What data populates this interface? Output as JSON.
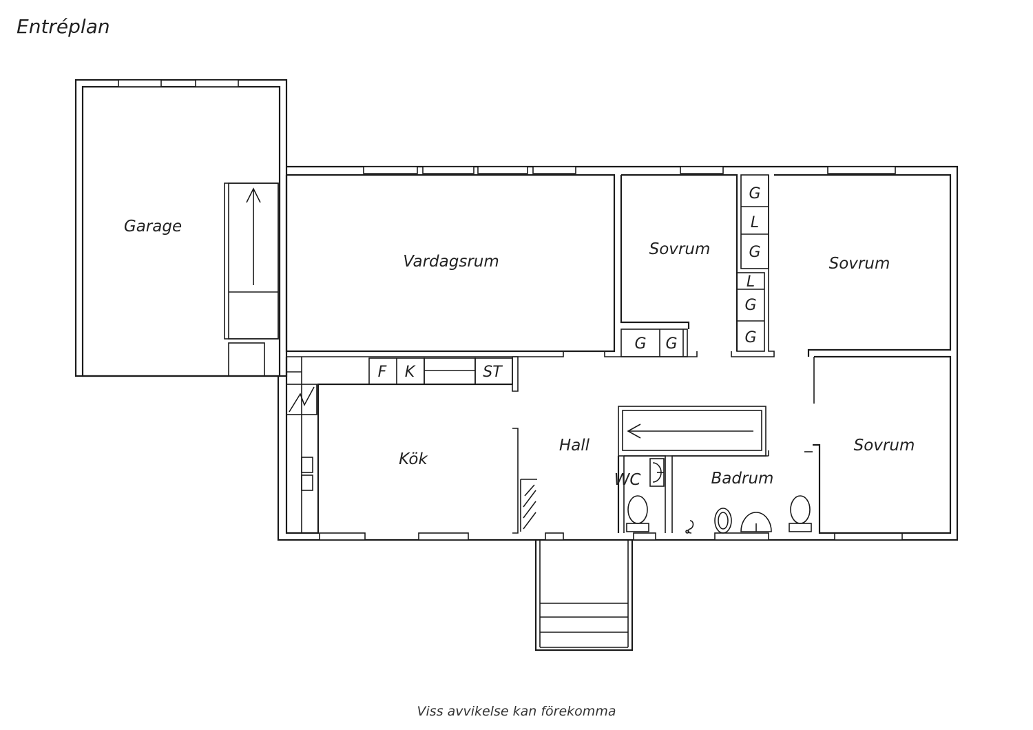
{
  "title": "Entréplan",
  "footer": "Viss avvikelse kan förekomma",
  "rooms": {
    "garage": "Garage",
    "vardagsrum": "Vardagsrum",
    "sovrum_1": "Sovrum",
    "sovrum_2": "Sovrum",
    "sovrum_3": "Sovrum",
    "kok": "Kök",
    "hall": "Hall",
    "wc": "WC",
    "badrum": "Badrum"
  },
  "fixtures": {
    "kitchen": [
      "F",
      "K",
      "ST"
    ],
    "closets_sovrum_1": [
      "G",
      "G"
    ],
    "closets_column": [
      "G",
      "L",
      "G",
      "L",
      "G",
      "G"
    ]
  }
}
